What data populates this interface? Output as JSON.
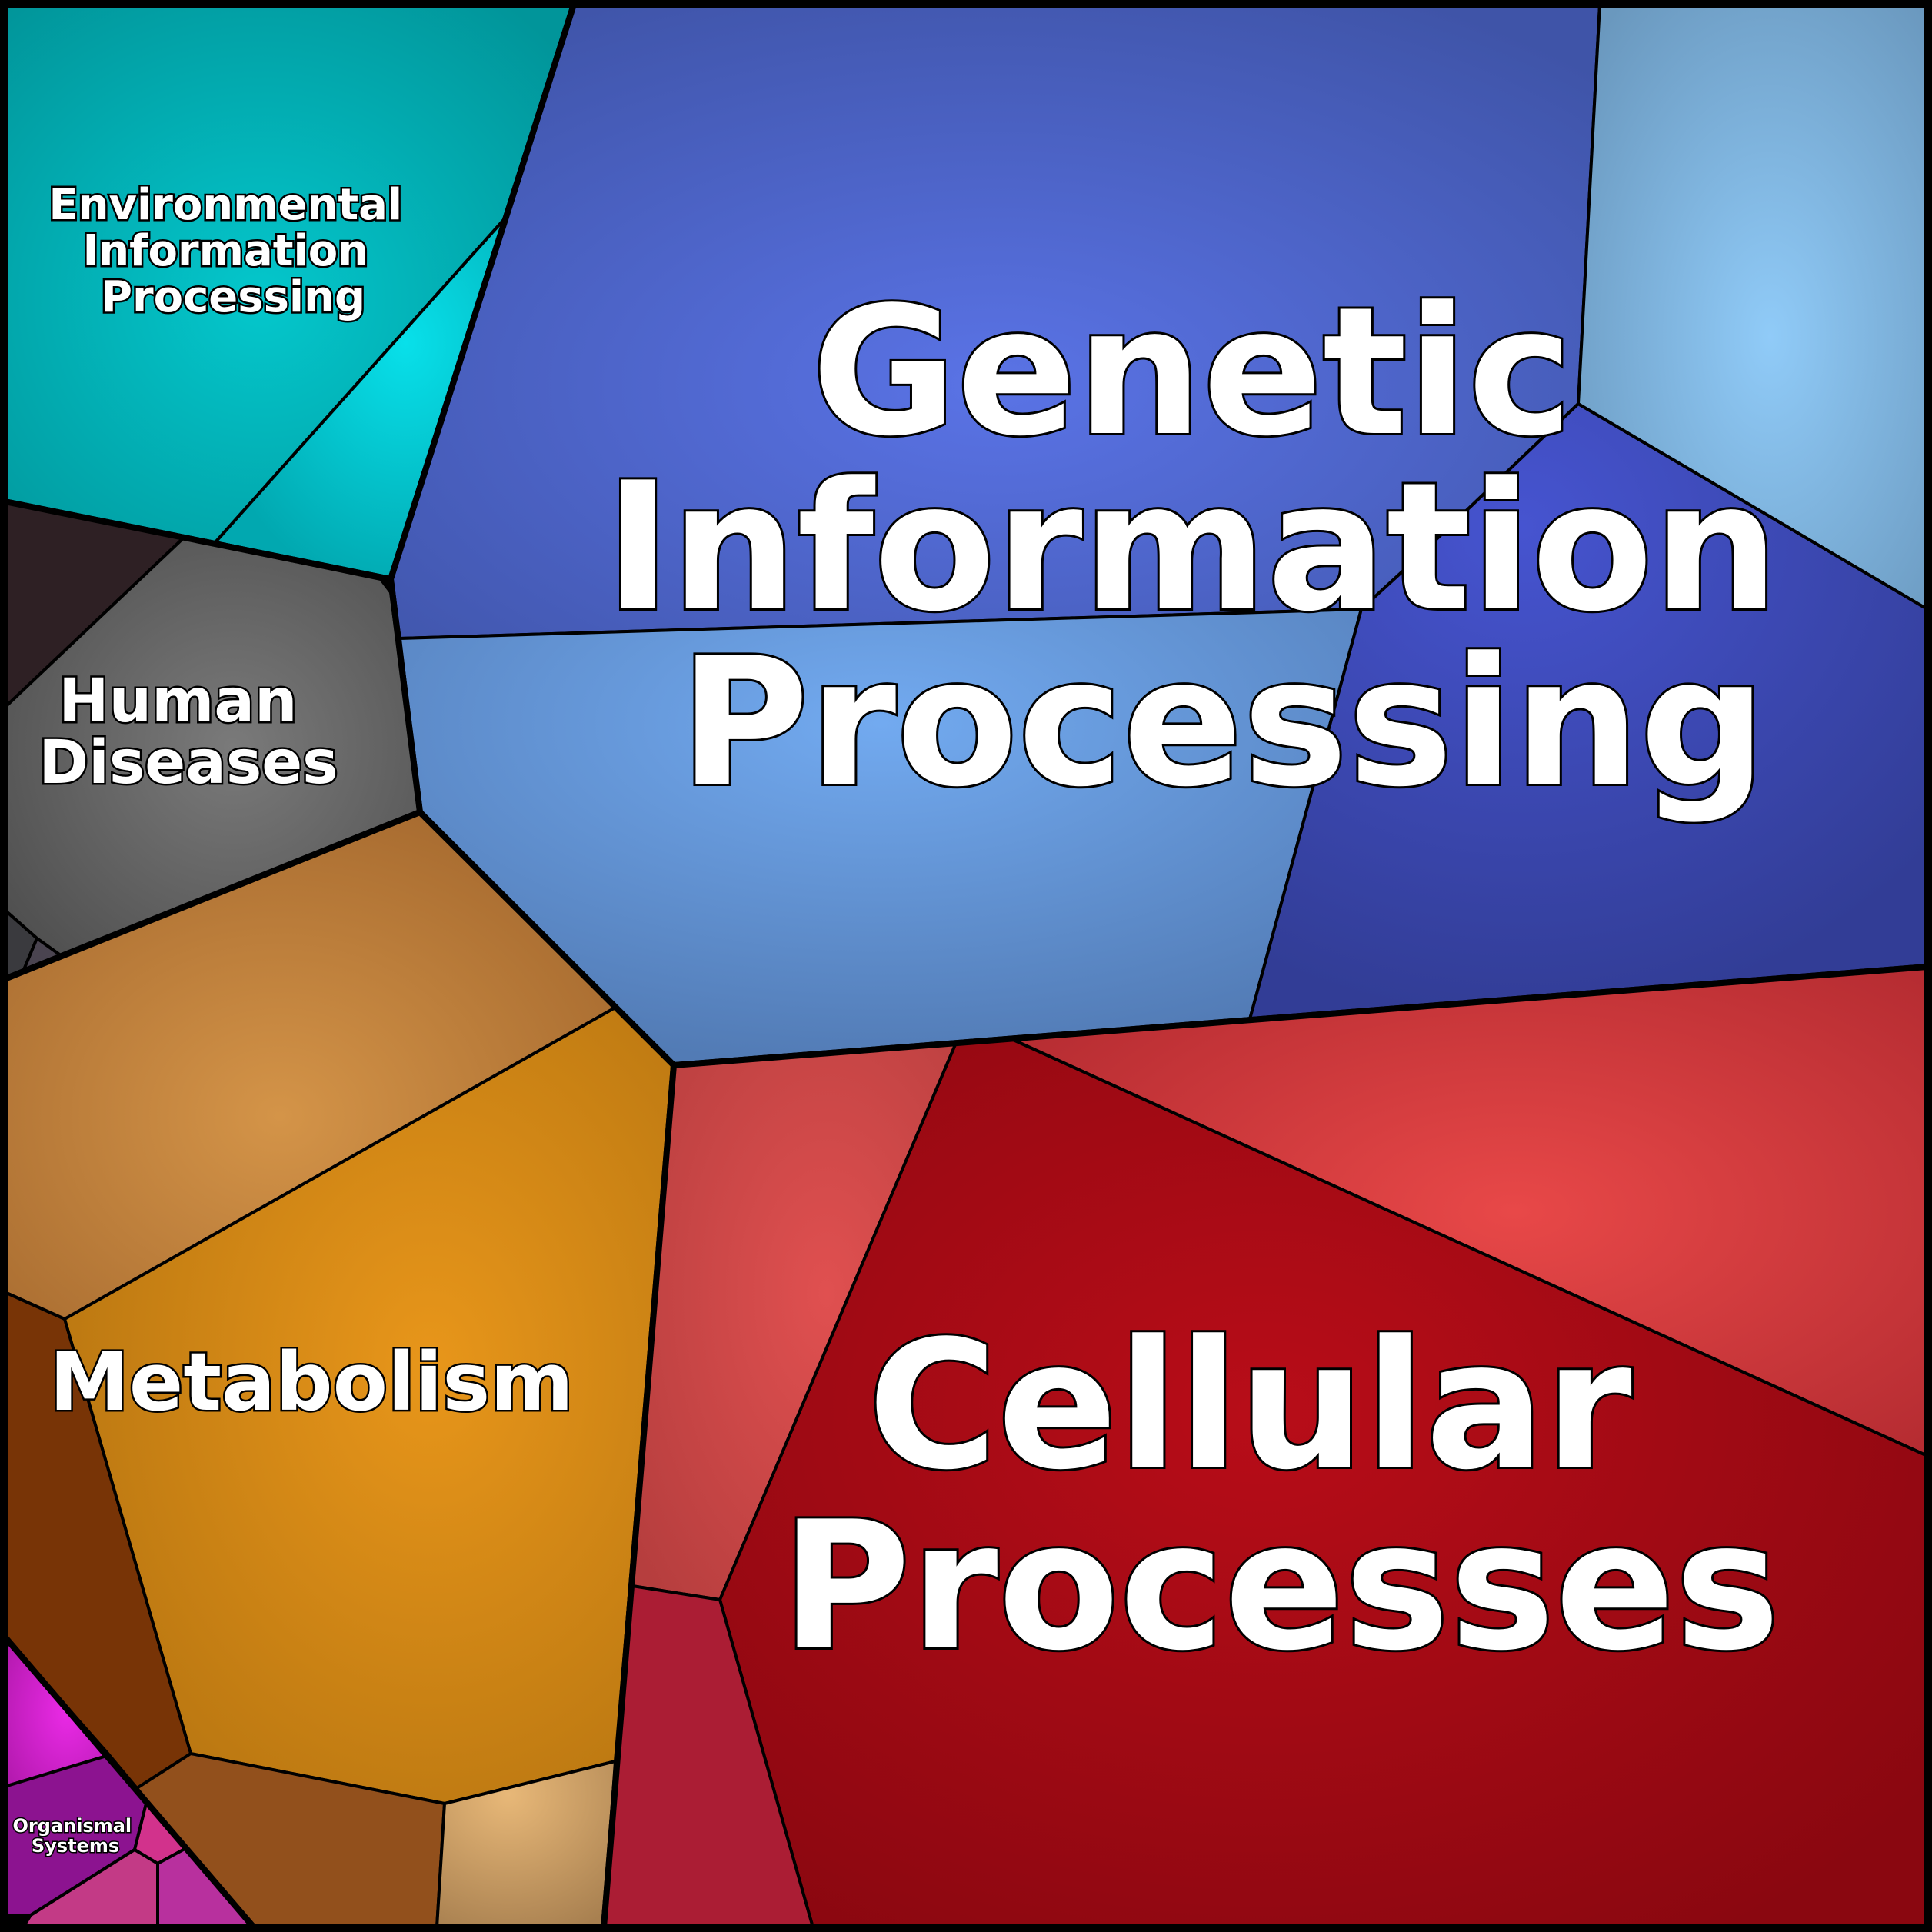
{
  "diagram": {
    "type": "voronoi-treemap",
    "groups": [
      {
        "id": "environmental",
        "lines": [
          "Environmental",
          "Information",
          "Processing"
        ],
        "color": "#01a2a8"
      },
      {
        "id": "genetic",
        "lines": [
          "Genetic",
          "Information",
          "Processing"
        ],
        "color": "#4a60d0"
      },
      {
        "id": "human-diseases",
        "lines": [
          "Human",
          "Diseases"
        ],
        "color": "#5e5e5e"
      },
      {
        "id": "metabolism",
        "lines": [
          "Metabolism"
        ],
        "color": "#cc8a1e"
      },
      {
        "id": "cellular",
        "lines": [
          "Cellular",
          "Processes"
        ],
        "color": "#a30d16"
      },
      {
        "id": "organismal",
        "lines": [
          "Organismal",
          "Systems"
        ],
        "color": "#b21fb0"
      }
    ]
  }
}
